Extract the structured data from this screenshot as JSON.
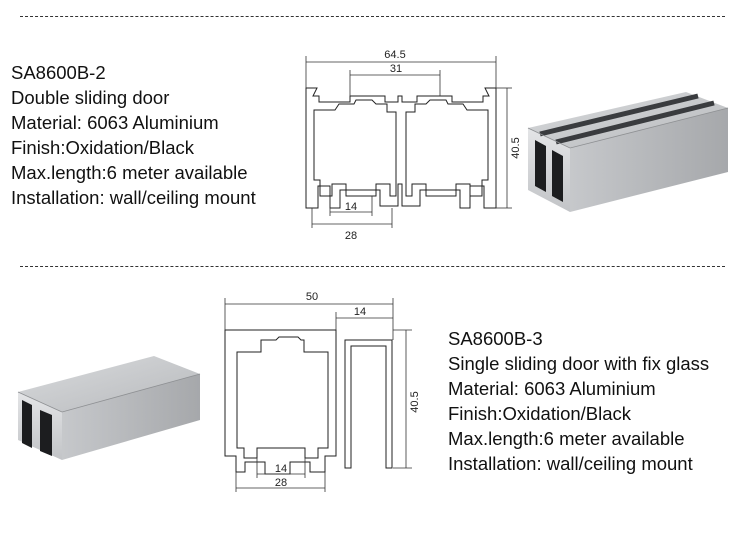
{
  "product_a": {
    "lines": [
      "SA8600B-2",
      "Double sliding door",
      "Material: 6063 Aluminium",
      "Finish:Oxidation/Black",
      "Max.length:6 meter available",
      "Installation: wall/ceiling mount"
    ],
    "dims": {
      "overall_width": "64.5",
      "top_gap": "31",
      "height": "40.5",
      "inner_slot": "14",
      "outer_slot": "28"
    }
  },
  "product_b": {
    "lines": [
      "SA8600B-3",
      "Single sliding door with fix glass",
      "Material: 6063 Aluminium",
      "Finish:Oxidation/Black",
      "Max.length:6 meter available",
      "Installation: wall/ceiling mount"
    ],
    "dims": {
      "overall_width": "50",
      "glass_slot": "14",
      "height": "40.5",
      "inner_slot": "14",
      "outer_slot": "28"
    }
  }
}
